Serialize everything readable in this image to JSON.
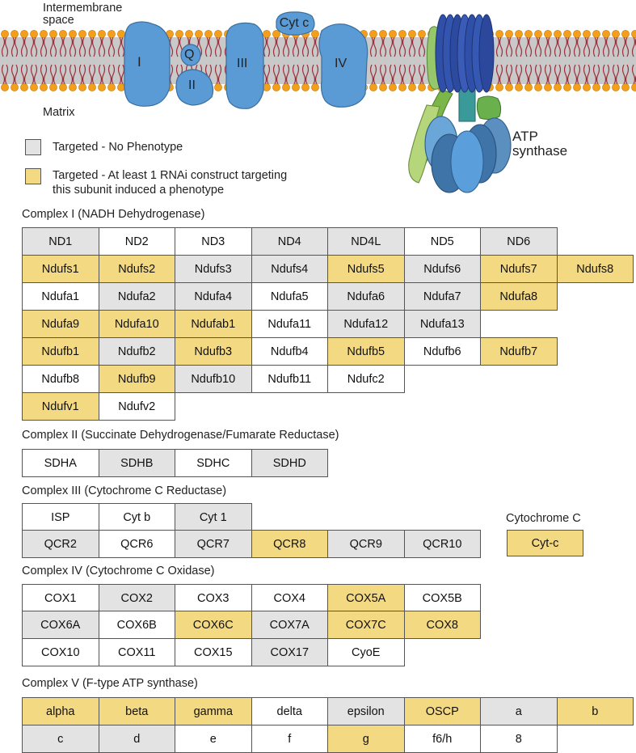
{
  "labels": {
    "intermembrane_line1": "Intermembrane",
    "intermembrane_line2": "space",
    "matrix": "Matrix",
    "complex_1": "I",
    "complex_2": "II",
    "complex_3": "III",
    "complex_4": "IV",
    "quinone": "Q",
    "cytc": "Cyt c",
    "atp_line1": "ATP",
    "atp_line2": "synthase"
  },
  "legend": {
    "no_phenotype": "Targeted - No Phenotype",
    "phenotype_line1": "Targeted - At least 1 RNAi construct targeting",
    "phenotype_line2": "this subunit induced a phenotype"
  },
  "colors": {
    "not_targeted": "#ffffff",
    "no_phenotype": "#e3e3e3",
    "phenotype": "#f4d983",
    "membrane": "#c9c9c9",
    "lipid_tail": "#9c2d3a",
    "lipid_head": "#f2a01c",
    "complex_blue": "#5b9bd5"
  },
  "sections": [
    {
      "title": "Complex I (NADH Dehydrogenase)",
      "rows": [
        [
          {
            "name": "ND1",
            "s": "g"
          },
          {
            "name": "ND2",
            "s": "w"
          },
          {
            "name": "ND3",
            "s": "w"
          },
          {
            "name": "ND4",
            "s": "g"
          },
          {
            "name": "ND4L",
            "s": "g"
          },
          {
            "name": "ND5",
            "s": "w"
          },
          {
            "name": "ND6",
            "s": "g"
          }
        ],
        [
          {
            "name": "Ndufs1",
            "s": "y"
          },
          {
            "name": "Ndufs2",
            "s": "y"
          },
          {
            "name": "Ndufs3",
            "s": "g"
          },
          {
            "name": "Ndufs4",
            "s": "g"
          },
          {
            "name": "Ndufs5",
            "s": "y"
          },
          {
            "name": "Ndufs6",
            "s": "g"
          },
          {
            "name": "Ndufs7",
            "s": "y"
          },
          {
            "name": "Ndufs8",
            "s": "y"
          }
        ],
        [
          {
            "name": "Ndufa1",
            "s": "w"
          },
          {
            "name": "Ndufa2",
            "s": "g"
          },
          {
            "name": "Ndufa4",
            "s": "g"
          },
          {
            "name": "Ndufa5",
            "s": "w"
          },
          {
            "name": "Ndufa6",
            "s": "g"
          },
          {
            "name": "Ndufa7",
            "s": "g"
          },
          {
            "name": "Ndufa8",
            "s": "y"
          }
        ],
        [
          {
            "name": "Ndufa9",
            "s": "y"
          },
          {
            "name": "Ndufa10",
            "s": "y"
          },
          {
            "name": "Ndufab1",
            "s": "y"
          },
          {
            "name": "Ndufa11",
            "s": "w"
          },
          {
            "name": "Ndufa12",
            "s": "g"
          },
          {
            "name": "Ndufa13",
            "s": "g"
          }
        ],
        [
          {
            "name": "Ndufb1",
            "s": "y"
          },
          {
            "name": "Ndufb2",
            "s": "g"
          },
          {
            "name": "Ndufb3",
            "s": "y"
          },
          {
            "name": "Ndufb4",
            "s": "w"
          },
          {
            "name": "Ndufb5",
            "s": "y"
          },
          {
            "name": "Ndufb6",
            "s": "w"
          },
          {
            "name": "Ndufb7",
            "s": "y"
          }
        ],
        [
          {
            "name": "Ndufb8",
            "s": "w"
          },
          {
            "name": "Ndufb9",
            "s": "y"
          },
          {
            "name": "Ndufb10",
            "s": "g"
          },
          {
            "name": "Ndufb11",
            "s": "w"
          },
          {
            "name": "Ndufc2",
            "s": "w"
          }
        ],
        [
          {
            "name": "Ndufv1",
            "s": "y"
          },
          {
            "name": "Ndufv2",
            "s": "w"
          }
        ]
      ]
    },
    {
      "title": "Complex II (Succinate Dehydrogenase/Fumarate Reductase)",
      "rows": [
        [
          {
            "name": "SDHA",
            "s": "w"
          },
          {
            "name": "SDHB",
            "s": "g"
          },
          {
            "name": "SDHC",
            "s": "w"
          },
          {
            "name": "SDHD",
            "s": "g"
          }
        ]
      ]
    },
    {
      "title": "Complex III (Cytochrome C Reductase)",
      "rows": [
        [
          {
            "name": "ISP",
            "s": "w"
          },
          {
            "name": "Cyt b",
            "s": "w"
          },
          {
            "name": "Cyt 1",
            "s": "g"
          }
        ],
        [
          {
            "name": "QCR2",
            "s": "g"
          },
          {
            "name": "QCR6",
            "s": "w"
          },
          {
            "name": "QCR7",
            "s": "g"
          },
          {
            "name": "QCR8",
            "s": "y"
          },
          {
            "name": "QCR9",
            "s": "g"
          },
          {
            "name": "QCR10",
            "s": "g"
          }
        ]
      ]
    },
    {
      "title": "Complex IV (Cytochrome C Oxidase)",
      "rows": [
        [
          {
            "name": "COX1",
            "s": "w"
          },
          {
            "name": "COX2",
            "s": "g"
          },
          {
            "name": "COX3",
            "s": "w"
          },
          {
            "name": "COX4",
            "s": "w"
          },
          {
            "name": "COX5A",
            "s": "y"
          },
          {
            "name": "COX5B",
            "s": "w"
          }
        ],
        [
          {
            "name": "COX6A",
            "s": "g"
          },
          {
            "name": "COX6B",
            "s": "w"
          },
          {
            "name": "COX6C",
            "s": "y"
          },
          {
            "name": "COX7A",
            "s": "g"
          },
          {
            "name": "COX7C",
            "s": "y"
          },
          {
            "name": "COX8",
            "s": "y"
          }
        ],
        [
          {
            "name": "COX10",
            "s": "w"
          },
          {
            "name": "COX11",
            "s": "w"
          },
          {
            "name": "COX15",
            "s": "w"
          },
          {
            "name": "COX17",
            "s": "g"
          },
          {
            "name": "CyoE",
            "s": "w"
          }
        ]
      ]
    },
    {
      "title": "Complex V (F-type ATP synthase)",
      "rows": [
        [
          {
            "name": "alpha",
            "s": "y"
          },
          {
            "name": "beta",
            "s": "y"
          },
          {
            "name": "gamma",
            "s": "y"
          },
          {
            "name": "delta",
            "s": "w"
          },
          {
            "name": "epsilon",
            "s": "g"
          },
          {
            "name": "OSCP",
            "s": "y"
          },
          {
            "name": "a",
            "s": "g"
          },
          {
            "name": "b",
            "s": "y"
          }
        ],
        [
          {
            "name": "c",
            "s": "g"
          },
          {
            "name": "d",
            "s": "g"
          },
          {
            "name": "e",
            "s": "w"
          },
          {
            "name": "f",
            "s": "w"
          },
          {
            "name": "g",
            "s": "y"
          },
          {
            "name": "f6/h",
            "s": "w"
          },
          {
            "name": "8",
            "s": "w"
          }
        ]
      ]
    }
  ],
  "cytochrome_c": {
    "title": "Cytochrome C",
    "cell": {
      "name": "Cyt-c",
      "s": "y"
    }
  }
}
